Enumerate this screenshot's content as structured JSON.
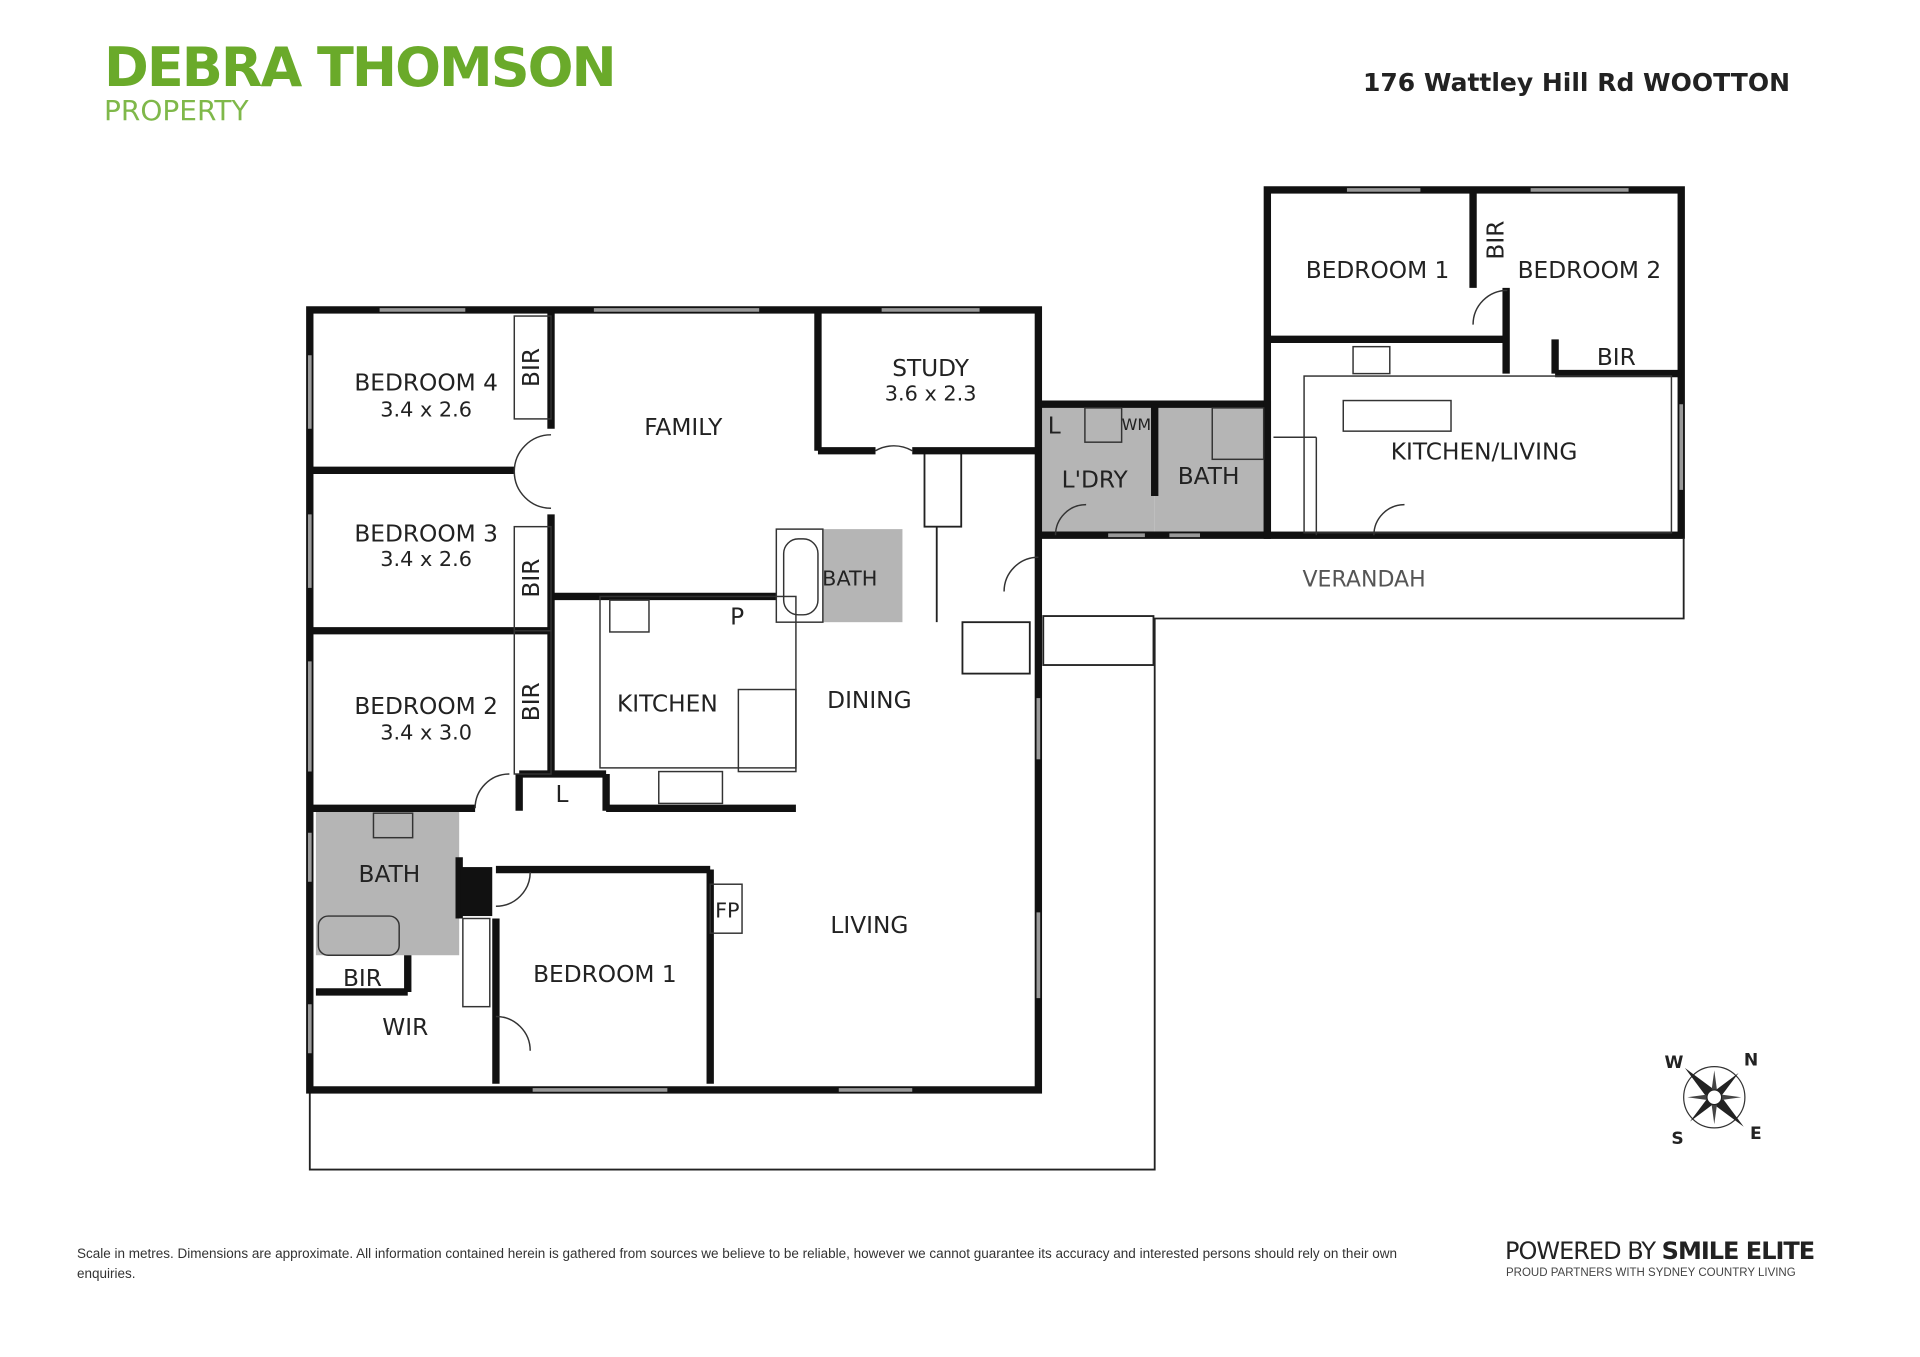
{
  "header": {
    "brand_name": "DEBRA THOMSON",
    "brand_sub": "PROPERTY",
    "address": "176 Wattley Hill Rd WOOTTON"
  },
  "rooms": {
    "bedroom4": {
      "label": "BEDROOM 4",
      "dim": "3.4 x 2.6"
    },
    "bedroom3": {
      "label": "BEDROOM 3",
      "dim": "3.4 x 2.6"
    },
    "bedroom2": {
      "label": "BEDROOM 2",
      "dim": "3.4 x 3.0"
    },
    "family": "FAMILY",
    "study": {
      "label": "STUDY",
      "dim": "3.6 x 2.3"
    },
    "bath_small": "BATH",
    "kitchen": "KITCHEN",
    "dining": "DINING",
    "pantry": "P",
    "linen": "L",
    "bath_main": "BATH",
    "bir": "BIR",
    "wir": "WIR",
    "bedroom1": "BEDROOM 1",
    "fp": "FP",
    "living": "LIVING",
    "laundry": "L'DRY",
    "laundry_l": "L",
    "wm": "WM",
    "bath_wing": "BATH",
    "verandah": "VERANDAH",
    "wing_bedroom1": "BEDROOM 1",
    "wing_bedroom2": "BEDROOM 2",
    "wing_bir1": "BIR",
    "wing_bir2": "BIR",
    "kitchen_living": "KITCHEN/LIVING"
  },
  "compass": {
    "n": "N",
    "e": "E",
    "s": "S",
    "w": "W"
  },
  "footer": {
    "disclaimer": "Scale in metres. Dimensions are approximate. All information contained herein is gathered from sources we believe to be reliable, however we cannot guarantee its accuracy and interested persons should rely on their own enquiries.",
    "powered_prefix": "POWERED BY ",
    "powered_brand": "SMILE ELITE",
    "partners": "PROUD PARTNERS WITH SYDNEY COUNTRY LIVING"
  },
  "colors": {
    "brand": "#6aaa2a",
    "wet_area": "#b5b5b5",
    "wall": "#111111"
  }
}
